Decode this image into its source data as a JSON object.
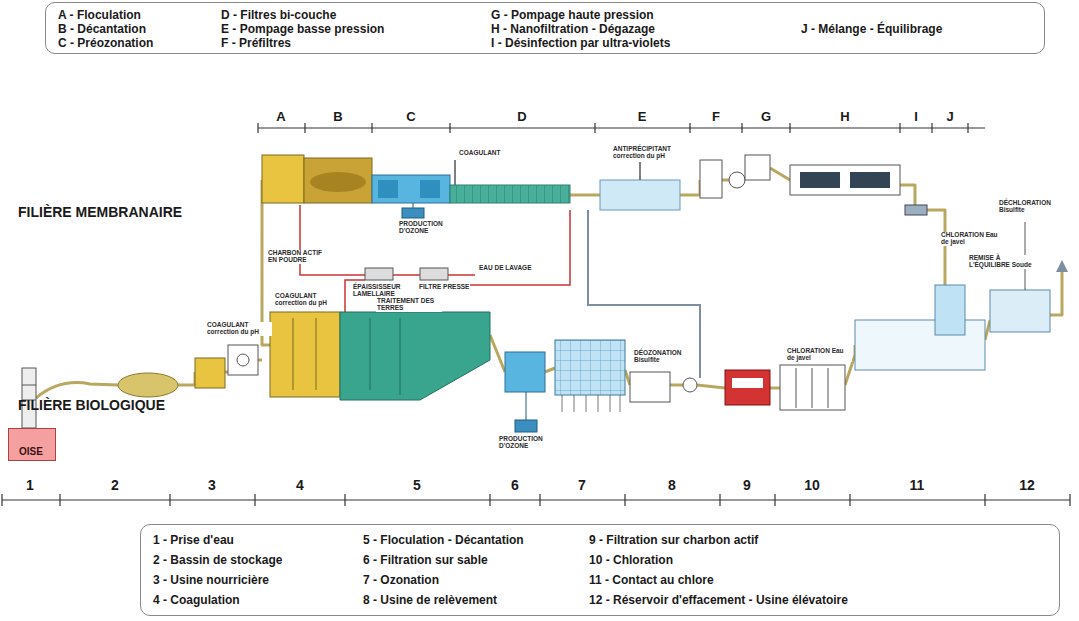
{
  "diagram": {
    "nodes": [
      {
        "text": [
          "A - Floculation",
          "B - Décantation",
          "C - Préozonation",
          "D - Filtres bi-couche",
          "E - Pompage basse pression",
          "F - Préfiltres",
          "G - Pompage haute pression",
          "H - Nanofiltration - Dégazage",
          "I - Désinfection par ultra-violets",
          "J - Mélange - Équilibrage"
        ]
      },
      {
        "text": [
          "OISE"
        ]
      },
      {
        "text": [
          "1 - Prise d'eau",
          "2 - Bassin de stockage",
          "3 - Usine nourricière",
          "4 - Coagulation",
          "5 - Floculation - Décantation",
          "6 - Filtration sur sable",
          "7 - Ozonation",
          "8 - Usine de relèvement",
          "9 - Filtration sur charbon actif",
          "10 - Chloration",
          "11 - Contact au chlore",
          "12 - Réservoir d'effacement - Usine élévatoire"
        ]
      }
    ],
    "labels": [
      "A",
      "B",
      "C",
      "D",
      "E",
      "F",
      "G",
      "H",
      "I",
      "J",
      "FILIÈRE MEMBRANAIRE",
      "FILIÈRE BIOLOGIQUE",
      "COAGULANT correction du pH",
      "CHARBON ACTIF EN POUDRE",
      "COAGULANT correction du pH",
      "COAGULANT",
      "PRODUCTION D'OZONE",
      "ÉPAISSISSEUR LAMELLAIRE",
      "FILTRE PRESSE",
      "TRAITEMENT DES TERRES",
      "EAU DE LAVAGE",
      "ANTIPRÉCIPITANT correction du pH",
      "DÉOZONATION Bisulfite",
      "PRODUCTION D'OZONE",
      "CHLORATION Eau de javel",
      "CHLORATION Eau de javel",
      "REMISE À L'ÉQUILIBRE Soude",
      "DÉCHLORATION Bisulfite",
      "1",
      "2",
      "3",
      "4",
      "5",
      "6",
      "7",
      "8",
      "9",
      "10",
      "11",
      "12"
    ]
  }
}
